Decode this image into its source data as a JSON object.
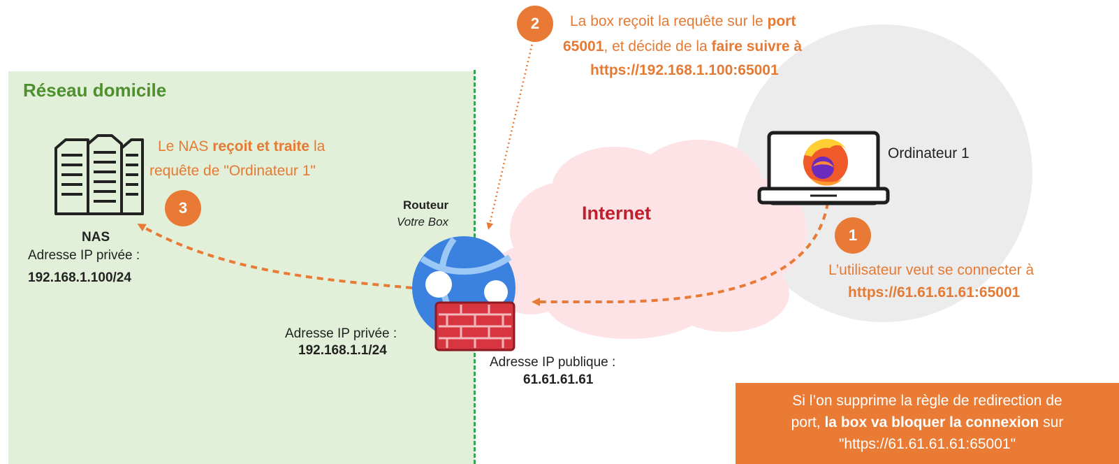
{
  "zone": {
    "title": "Réseau domicile"
  },
  "internet": {
    "label": "Internet"
  },
  "router": {
    "title": "Routeur",
    "subtitle": "Votre Box"
  },
  "nas": {
    "name": "NAS",
    "ip_label": "Adresse IP privée :",
    "ip_value": "192.168.1.100/24"
  },
  "router_private": {
    "ip_label": "Adresse IP privée :",
    "ip_value": "192.168.1.1/24"
  },
  "router_public": {
    "ip_label": "Adresse IP publique :",
    "ip_value": "61.61.61.61"
  },
  "computer": {
    "name": "Ordinateur 1"
  },
  "step1": {
    "number": "1",
    "line1": "L’utilisateur veut se connecter à",
    "line2": "https://61.61.61.61:65001"
  },
  "step2": {
    "number": "2",
    "line1_a": "La box reçoit la requête sur le ",
    "line1_b": "port",
    "line2_a": "65001",
    "line2_b": ", et décide de la ",
    "line2_c": "faire suivre à",
    "line3": "https://192.168.1.100:65001"
  },
  "step3": {
    "number": "3",
    "line1_a": "Le NAS ",
    "line1_b": "reçoit et traite",
    "line1_c": " la",
    "line2": "requête de \"Ordinateur 1\""
  },
  "note": {
    "line1": "Si l’on supprime la règle de redirection de",
    "line2_a": "port, ",
    "line2_b": "la box va bloquer la connexion",
    "line2_c": " sur",
    "line3": "\"https://61.61.61.61:65001\""
  },
  "colors": {
    "accent": "#e87a35",
    "zone_fill": "#e3f0d9",
    "zone_border": "#36a450",
    "cloud": "#fde3e6",
    "internet_text": "#c0202c",
    "computer_circle": "#ececec",
    "globe": "#3b82e0",
    "firewall": "#d7353f"
  },
  "icons": {
    "nas": "server-rack-icon",
    "router": "globe-icon",
    "firewall": "brick-wall-icon",
    "computer": "laptop-icon",
    "browser": "firefox-icon"
  }
}
